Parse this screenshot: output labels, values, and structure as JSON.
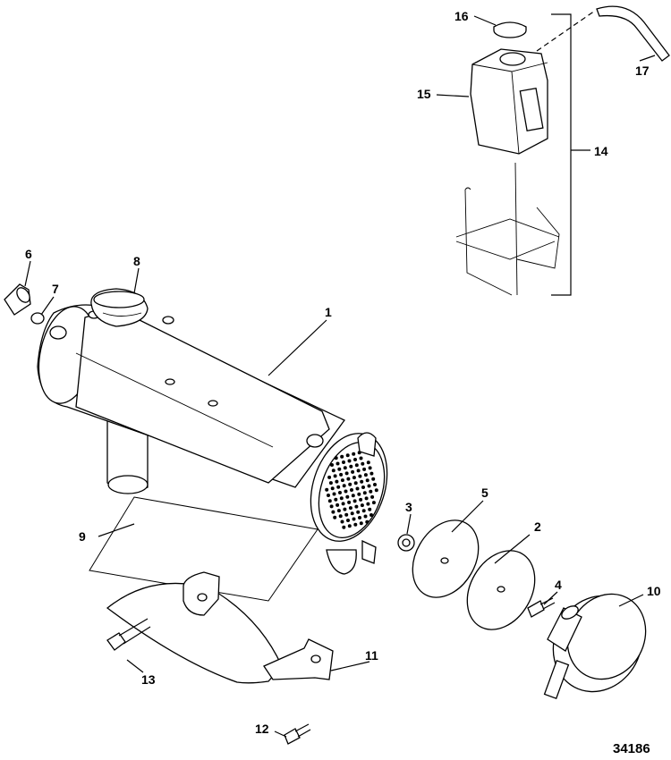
{
  "diagram": {
    "figure_number": "34186",
    "callouts": [
      "1",
      "2",
      "3",
      "4",
      "5",
      "6",
      "7",
      "8",
      "9",
      "10",
      "11",
      "12",
      "13",
      "14",
      "15",
      "16",
      "17"
    ]
  }
}
